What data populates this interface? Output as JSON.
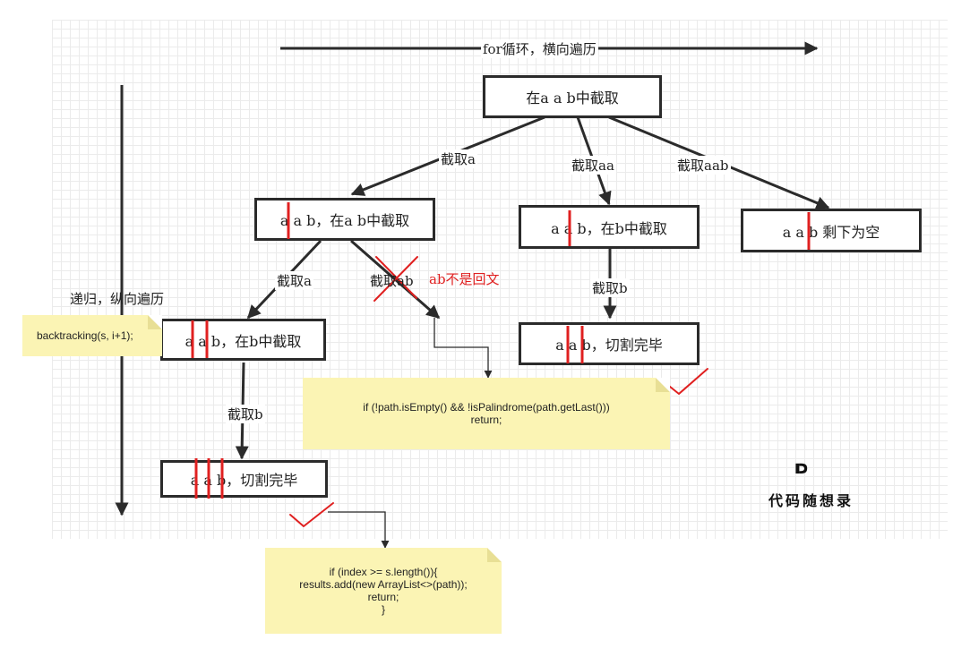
{
  "axes": {
    "horizontal_label": "for循环，横向遍历",
    "vertical_label": "递归，纵向遍历"
  },
  "nodes": {
    "root": "在a a b中截取",
    "n_a": "a a b，在a b中截取",
    "n_aa": "a a b，在b中截取",
    "n_aab": "a a b   剩下为空",
    "n_a_a": "a a b，在b中截取",
    "n_aa_b": "a a b，切割完毕",
    "n_a_a_b": "a a b，切割完毕"
  },
  "edges": {
    "root_to_a": "截取a",
    "root_to_aa": "截取aa",
    "root_to_aab": "截取aab",
    "a_to_a": "截取a",
    "a_to_ab": "截取ab",
    "aa_to_b": "截取b",
    "a_a_to_b": "截取b"
  },
  "annotations": {
    "not_palindrome": "ab不是回文"
  },
  "notes": {
    "backtracking": "backtracking(s, i+1);",
    "palindrome_check": "if (!path.isEmpty() && !isPalindrome(path.getLast()))\nreturn;",
    "base_case": "if (index >= s.length()){\nresults.add(new ArrayList<>(path));\nreturn;\n}"
  },
  "logo": {
    "mark": "D",
    "text": "代码随想录"
  },
  "colors": {
    "line": "#2b2b2b",
    "cut": "#e02020",
    "note": "#fbf4b4"
  }
}
